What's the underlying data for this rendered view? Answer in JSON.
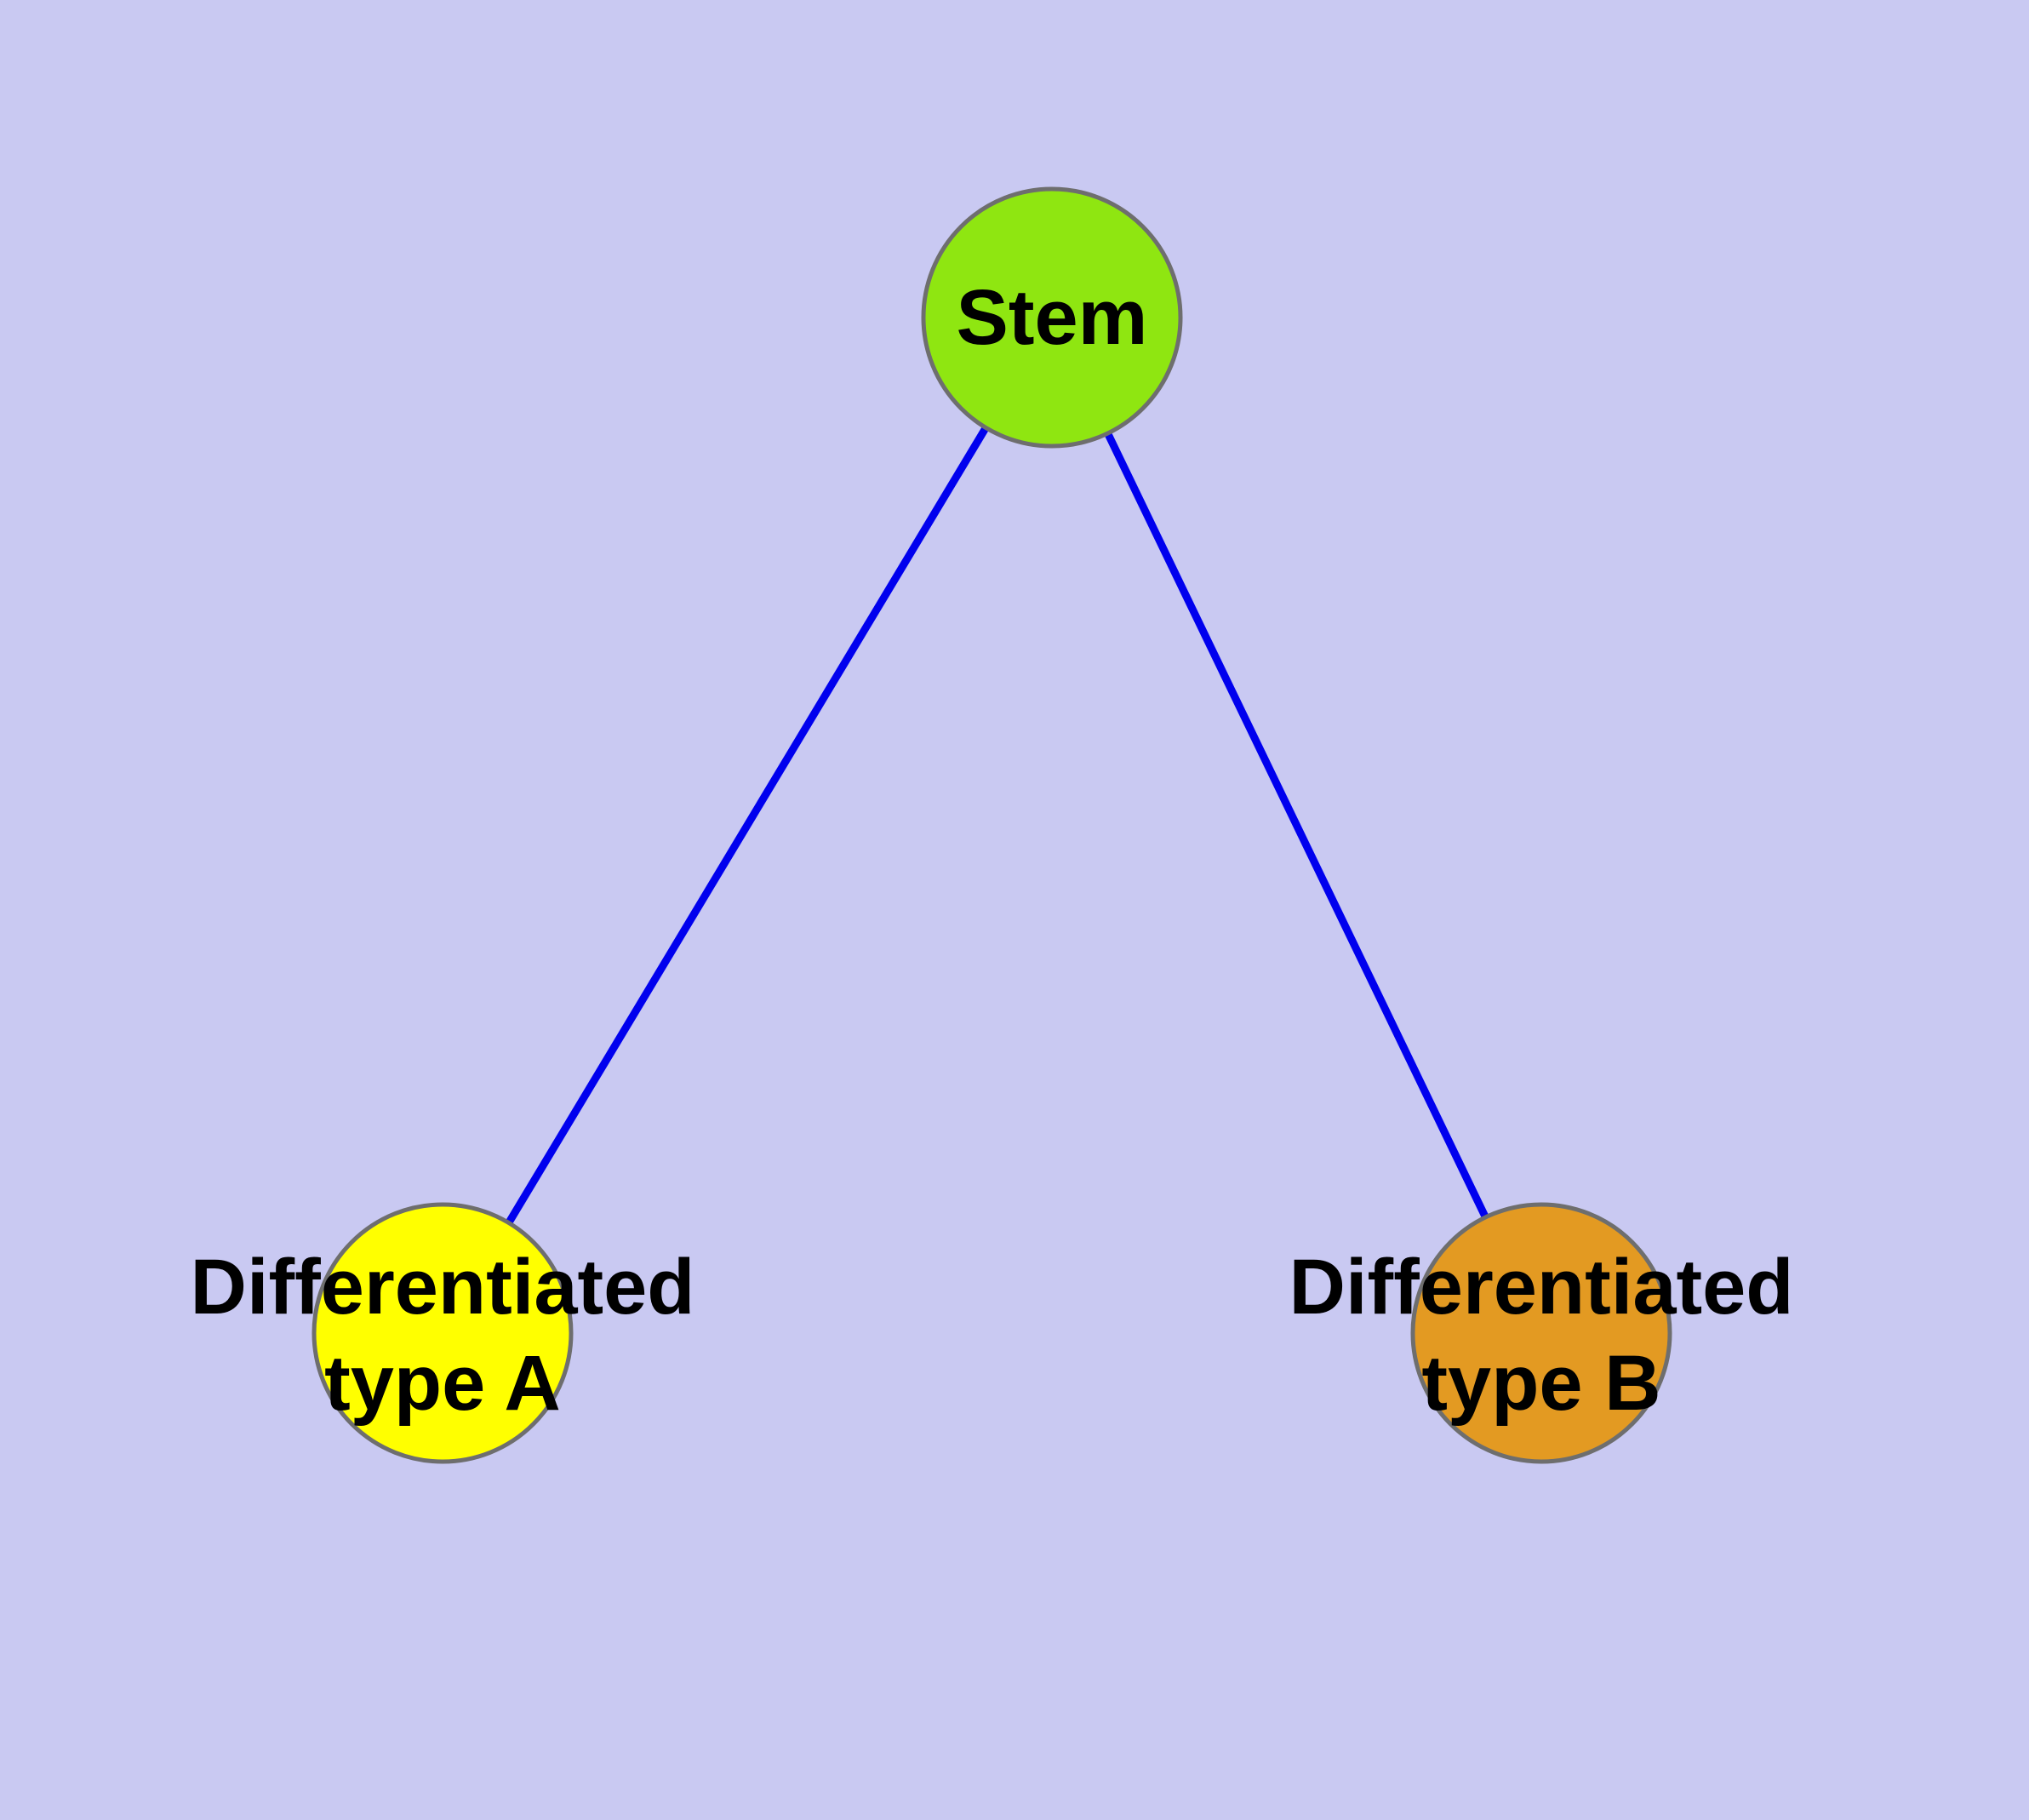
{
  "diagram": {
    "type": "node-link-graph",
    "background_color": "#C9C9F2",
    "edge_color": "#0000EE",
    "node_border_color": "#6E6E6E",
    "label_color": "#000000",
    "nodes": [
      {
        "id": "stem",
        "label": "Stem",
        "fill": "#8FE611"
      },
      {
        "id": "type-a",
        "label": "Differentiated type A",
        "lines": [
          "Differentiated",
          "type A"
        ],
        "fill": "#FFFF00"
      },
      {
        "id": "type-b",
        "label": "Differentiated type B",
        "lines": [
          "Differentiated",
          "type B"
        ],
        "fill": "#E39A22"
      }
    ],
    "edges": [
      {
        "from": "Stem",
        "to": "Differentiated type A"
      },
      {
        "from": "Stem",
        "to": "Differentiated type B"
      }
    ]
  }
}
